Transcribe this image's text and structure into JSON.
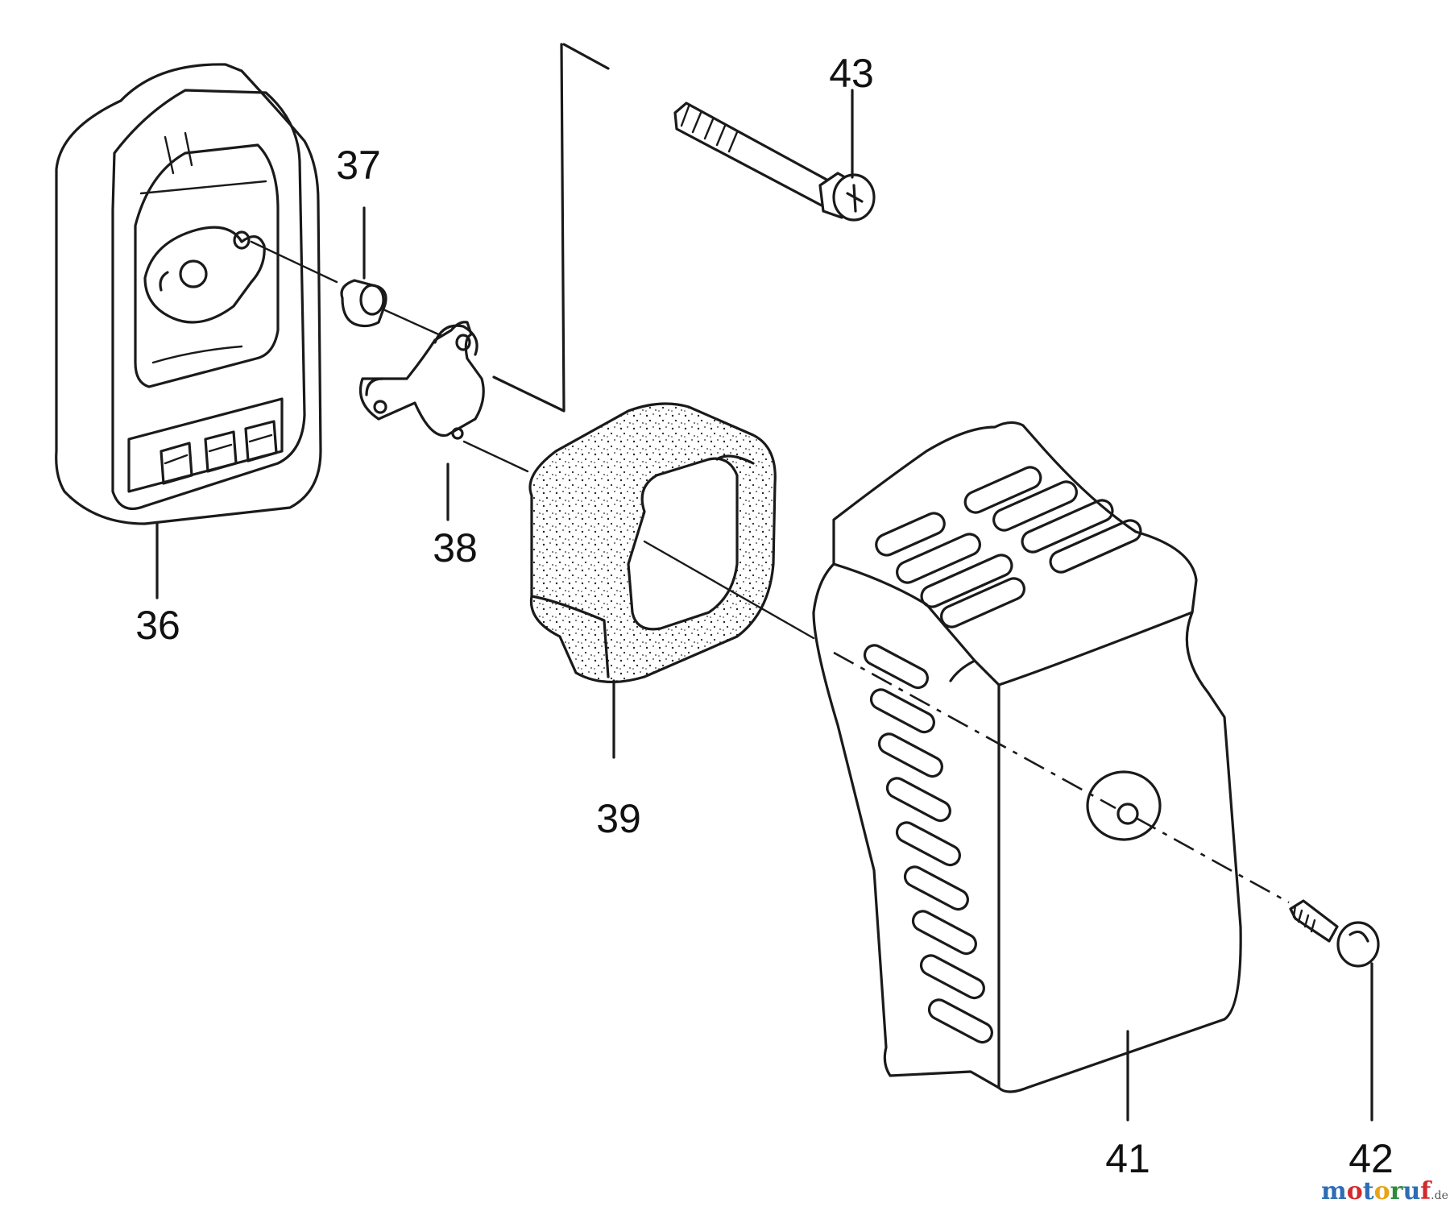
{
  "callouts": {
    "p36": "36",
    "p37": "37",
    "p38": "38",
    "p39": "39",
    "p41": "41",
    "p42": "42",
    "p43": "43"
  },
  "watermark": {
    "brand": "motoruf",
    "suffix": ".de",
    "colors": {
      "m": "#2e6db3",
      "o1": "#d22b2b",
      "t": "#2e6db3",
      "o2": "#e8a317",
      "r": "#2e8b3a",
      "u": "#2e6db3",
      "f": "#d22b2b"
    }
  }
}
